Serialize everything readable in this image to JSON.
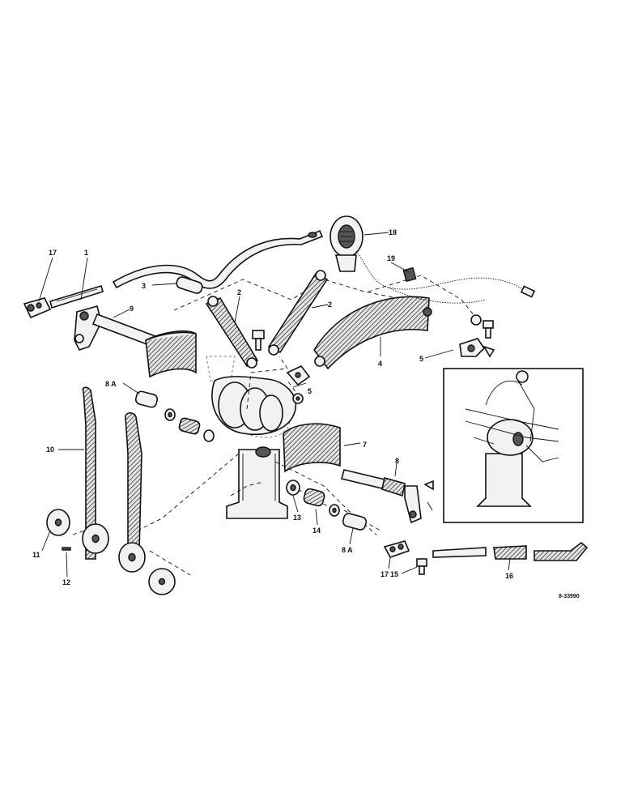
{
  "diagram": {
    "reference_code": "8-33990",
    "callouts": [
      {
        "id": "c17a",
        "text": "17",
        "target": "clevis-yoke-left"
      },
      {
        "id": "c1",
        "text": "1",
        "target": "rod-1"
      },
      {
        "id": "c3",
        "text": "3",
        "target": "sleeve-3"
      },
      {
        "id": "c9",
        "text": "9",
        "target": "crank-9"
      },
      {
        "id": "c2a",
        "text": "2",
        "target": "link-2-left"
      },
      {
        "id": "c2b",
        "text": "2",
        "target": "link-2-right"
      },
      {
        "id": "c18",
        "text": "18",
        "target": "light-18"
      },
      {
        "id": "c19",
        "text": "19",
        "target": "clip-19"
      },
      {
        "id": "c4",
        "text": "4",
        "target": "quadrant-4"
      },
      {
        "id": "c5a",
        "text": "5",
        "target": "clamp-5-right"
      },
      {
        "id": "c5b",
        "text": "5",
        "target": "clamp-5-center"
      },
      {
        "id": "c8Aa",
        "text": "8 A",
        "target": "bushing-8a-upper"
      },
      {
        "id": "c10",
        "text": "10",
        "target": "lever-10"
      },
      {
        "id": "c7",
        "text": "7",
        "target": "band-7"
      },
      {
        "id": "c8",
        "text": "8",
        "target": "shaft-8"
      },
      {
        "id": "c13",
        "text": "13",
        "target": "nut-13"
      },
      {
        "id": "c14",
        "text": "14",
        "target": "spring-14"
      },
      {
        "id": "c8Ab",
        "text": "8 A",
        "target": "bushing-8a-lower"
      },
      {
        "id": "c11",
        "text": "11",
        "target": "washer-11"
      },
      {
        "id": "c12",
        "text": "12",
        "target": "pin-12"
      },
      {
        "id": "c17b",
        "text": "17",
        "target": "clevis-yoke-right"
      },
      {
        "id": "c15",
        "text": "15",
        "target": "bolt-15"
      },
      {
        "id": "c16",
        "text": "16",
        "target": "rod-16"
      }
    ]
  }
}
